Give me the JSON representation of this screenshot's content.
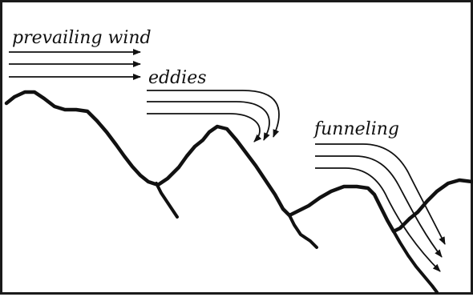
{
  "diagram": {
    "labels": {
      "prevailing_wind": "prevailing wind",
      "eddies": "eddies",
      "funneling": "funneling"
    },
    "colors": {
      "ink": "#111111",
      "background": "#ffffff"
    }
  }
}
